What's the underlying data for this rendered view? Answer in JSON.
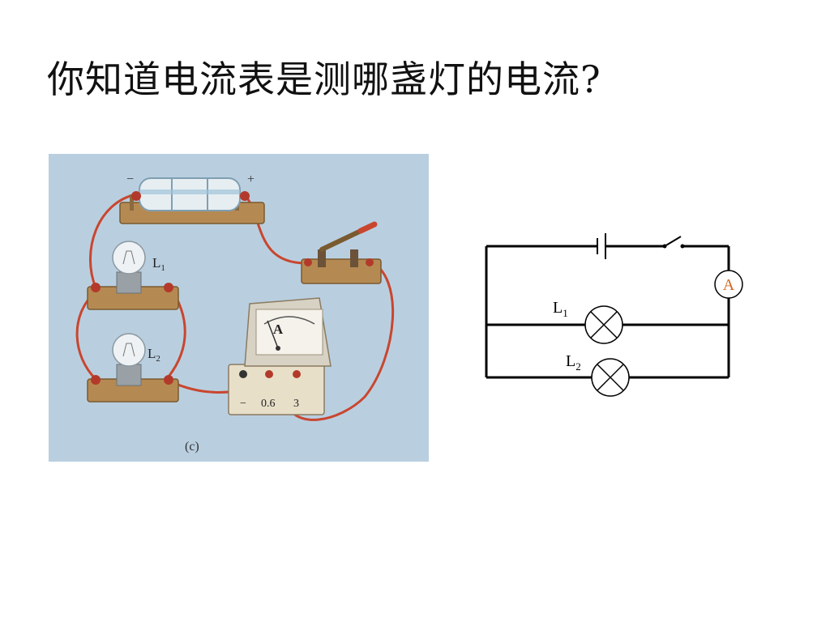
{
  "title": "你知道电流表是测哪盏灯的电流?",
  "photo": {
    "battery_minus": "−",
    "battery_plus": "+",
    "lamp1_letter": "L",
    "lamp1_sub": "1",
    "lamp2_letter": "L",
    "lamp2_sub": "2",
    "meter_symbol": "A",
    "terminal_minus": "−",
    "terminal_mid": "0.6",
    "terminal_max": "3",
    "caption": "(c)"
  },
  "schematic": {
    "ammeter_label": "A",
    "lamp1_letter": "L",
    "lamp1_sub": "1",
    "lamp2_letter": "L",
    "lamp2_sub": "2"
  },
  "colors": {
    "photo_bg": "#b9cfe0",
    "wire_red": "#c9462e",
    "wood": "#b58a52",
    "ammeter_text": "#d2691e"
  }
}
